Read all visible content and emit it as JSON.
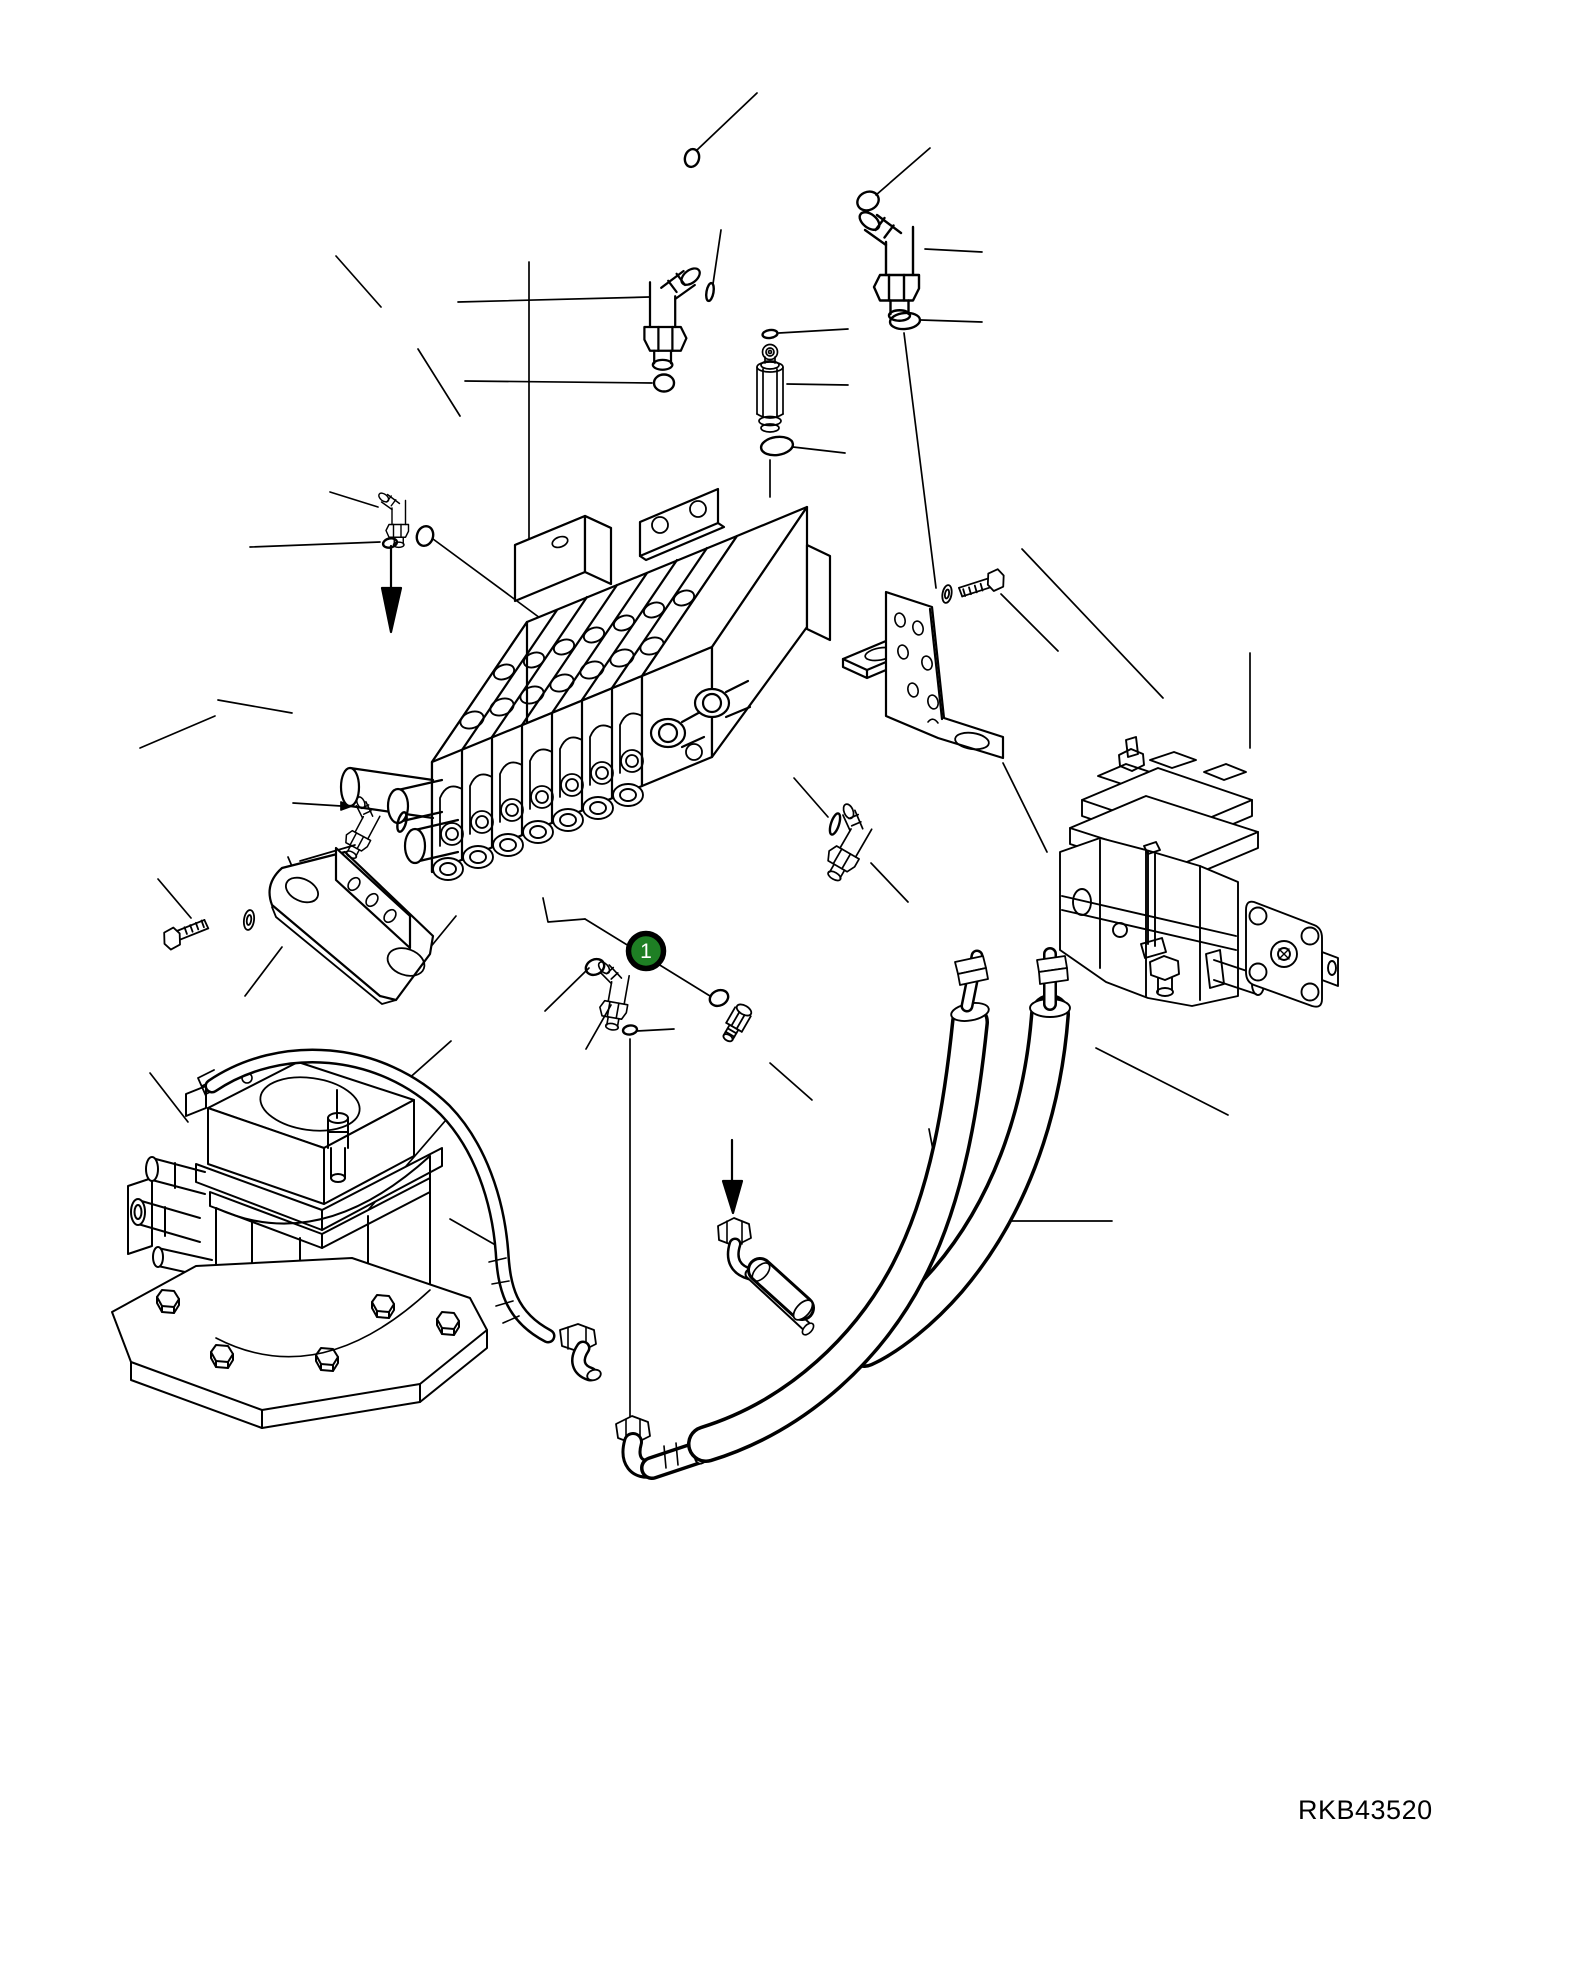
{
  "figure": {
    "type": "exploded-parts-diagram",
    "drawing_code": "RKB43520",
    "callout": {
      "number": "1",
      "fill": "#1e7f24",
      "ring": "#000000"
    },
    "colors": {
      "line": "#000000",
      "background": "#ffffff"
    },
    "parts": [
      "multi-section-control-valve",
      "hydraulic-pump",
      "swing-motor",
      "left-mounting-bracket",
      "right-mounting-bracket",
      "delivery-hose",
      "suction-hose",
      "swing-hose",
      "tube-with-sleeve",
      "elbow-fittings",
      "straight-adapter",
      "o-rings",
      "hex-bolts",
      "washers"
    ]
  }
}
